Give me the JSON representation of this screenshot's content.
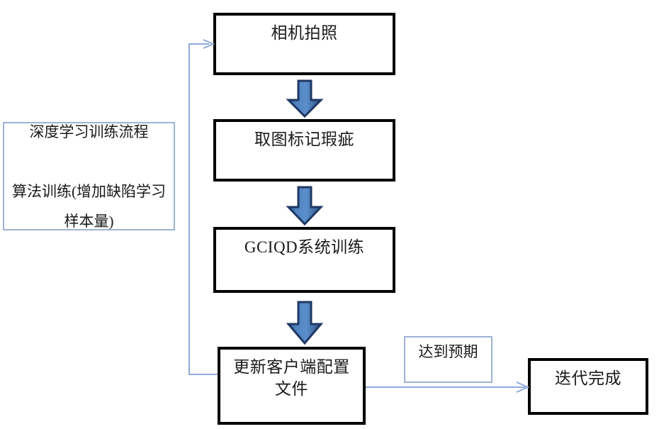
{
  "diagram": {
    "title": "深度学习训练流程图",
    "background_color": "#ffffff",
    "process_box_border_color": "#000000",
    "note_box_border_color": "#9cb3d4",
    "arrow_fill_color": "#4a7ebb",
    "arrow_outline_color": "#1f3864",
    "connector_color": "#8faadc"
  },
  "nodes": {
    "training_note": {
      "label": "深度学习训练流程\n\n算法训练(增加缺陷学习样本量)",
      "type": "note"
    },
    "camera": {
      "label": "相机拍照",
      "type": "process"
    },
    "mark_defects": {
      "label": "取图标记瑕疵",
      "type": "process"
    },
    "gciqd_training": {
      "label": "GCIQD系统训练",
      "type": "process"
    },
    "update_client": {
      "label": "更新客户端配置\n文件",
      "type": "process"
    },
    "expected_note": {
      "label": "达到预期",
      "type": "note"
    },
    "iteration_done": {
      "label": "迭代完成",
      "type": "process"
    }
  },
  "edges": [
    {
      "name": "camera-to-mark",
      "from": "camera",
      "to": "mark_defects",
      "style": "block-arrow",
      "direction": "down"
    },
    {
      "name": "mark-to-gciqd",
      "from": "mark_defects",
      "to": "gciqd_training",
      "style": "block-arrow",
      "direction": "down"
    },
    {
      "name": "gciqd-to-update",
      "from": "gciqd_training",
      "to": "update_client",
      "style": "block-arrow",
      "direction": "down"
    },
    {
      "name": "update-to-camera-feedback",
      "from": "update_client",
      "to": "camera",
      "style": "thin-line",
      "direction": "left-up-right",
      "label": ""
    },
    {
      "name": "update-to-iteration-done",
      "from": "update_client",
      "to": "iteration_done",
      "style": "thin-line",
      "direction": "right",
      "label": "达到预期"
    }
  ]
}
